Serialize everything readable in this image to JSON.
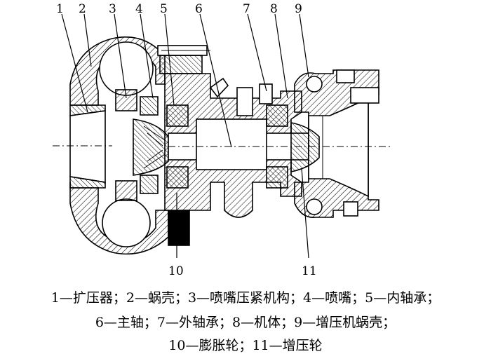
{
  "parts": [
    {
      "num": "1",
      "name": "扩压器"
    },
    {
      "num": "2",
      "name": "蜗壳"
    },
    {
      "num": "3",
      "name": "喷嘴压紧机构"
    },
    {
      "num": "4",
      "name": "喷嘴"
    },
    {
      "num": "5",
      "name": "内轴承"
    },
    {
      "num": "6",
      "name": "主轴"
    },
    {
      "num": "7",
      "name": "外轴承"
    },
    {
      "num": "8",
      "name": "机体"
    },
    {
      "num": "9",
      "name": "增压机蜗壳"
    },
    {
      "num": "10",
      "name": "膨胀轮"
    },
    {
      "num": "11",
      "name": "增压轮"
    }
  ],
  "caption": {
    "line1": "1—扩压器；2—蜗壳；3—喷嘴压紧机构；4—喷嘴；5—内轴承；",
    "line2": "6—主轴；7—外轴承；8—机体；9—增压机蜗壳；",
    "line3": "10—膨胀轮；11—增压轮"
  }
}
